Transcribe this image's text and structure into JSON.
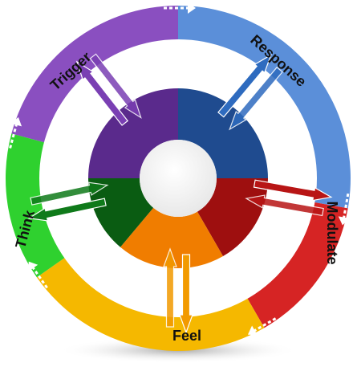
{
  "diagram": {
    "segments": [
      {
        "id": "trigger",
        "label": "Trigger",
        "outer_color": "#8a4fc0",
        "inner_color": "#5a2a8c",
        "arrow_color": "#7a3fb3",
        "label_color": "#111111"
      },
      {
        "id": "response",
        "label": "Response",
        "outer_color": "#5b8fd9",
        "inner_color": "#1f4b8f",
        "arrow_color": "#2e6bbf",
        "label_color": "#111111"
      },
      {
        "id": "modulate",
        "label": "Modulate",
        "outer_color": "#d62424",
        "inner_color": "#9e0f0f",
        "arrow_color": "#b81515",
        "label_color": "#111111"
      },
      {
        "id": "feel",
        "label": "Feel",
        "outer_color": "#f5b800",
        "inner_color": "#f07d00",
        "arrow_color": "#f29a00",
        "label_color": "#111111"
      },
      {
        "id": "think",
        "label": "Think",
        "outer_color": "#2fd12f",
        "inner_color": "#0a5c12",
        "arrow_color": "#0f7a1a",
        "label_color": "#111111"
      }
    ],
    "track_color": "#ffffff",
    "hub_color": "#ffffff",
    "shadow_color": "#b5b5b5"
  }
}
